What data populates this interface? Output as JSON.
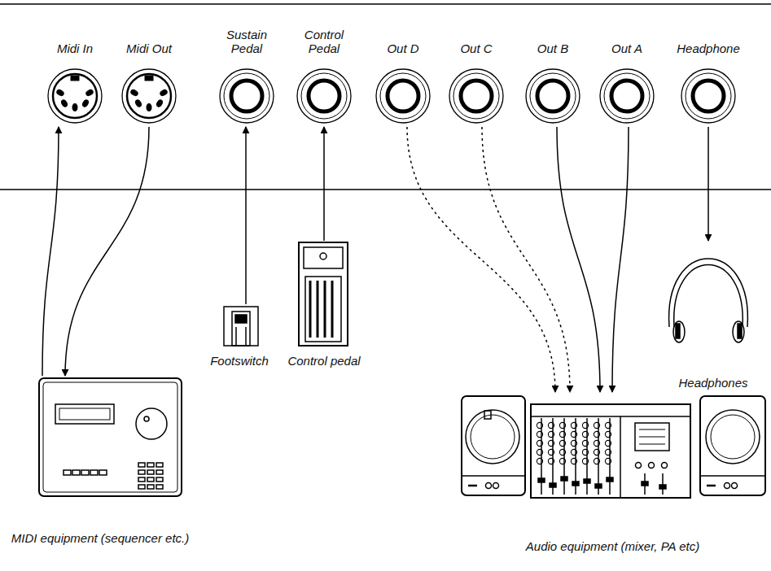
{
  "diagram": {
    "nodes": [
      {
        "text": [
          "Midi In"
        ]
      },
      {
        "text": [
          "Midi Out"
        ]
      },
      {
        "text": [
          "Sustain Pedal"
        ]
      },
      {
        "text": [
          "Control Pedal"
        ]
      },
      {
        "text": [
          "Out D"
        ]
      },
      {
        "text": [
          "Out C"
        ]
      },
      {
        "text": [
          "Out B"
        ]
      },
      {
        "text": [
          "Out A"
        ]
      },
      {
        "text": [
          "Headphone"
        ]
      },
      {
        "text": [
          "Footswitch"
        ]
      },
      {
        "text": [
          "Control pedal"
        ]
      },
      {
        "text": [
          "Headphones"
        ]
      },
      {
        "text": [
          "MIDI equipment (sequencer etc.)"
        ]
      },
      {
        "text": [
          "Audio equipment (mixer, PA etc)"
        ]
      }
    ],
    "edges": [
      {
        "from": 12,
        "to": 0,
        "arrow": "to"
      },
      {
        "from": 1,
        "to": 12,
        "arrow": "to"
      },
      {
        "from": 9,
        "to": 2,
        "arrow": "to"
      },
      {
        "from": 10,
        "to": 3,
        "arrow": "to"
      },
      {
        "from": 4,
        "to": 13,
        "arrow": "to"
      },
      {
        "from": 5,
        "to": 13,
        "arrow": "to"
      },
      {
        "from": 6,
        "to": 13,
        "arrow": "to"
      },
      {
        "from": 7,
        "to": 13,
        "arrow": "to"
      },
      {
        "from": 8,
        "to": 11,
        "arrow": "to"
      }
    ]
  }
}
